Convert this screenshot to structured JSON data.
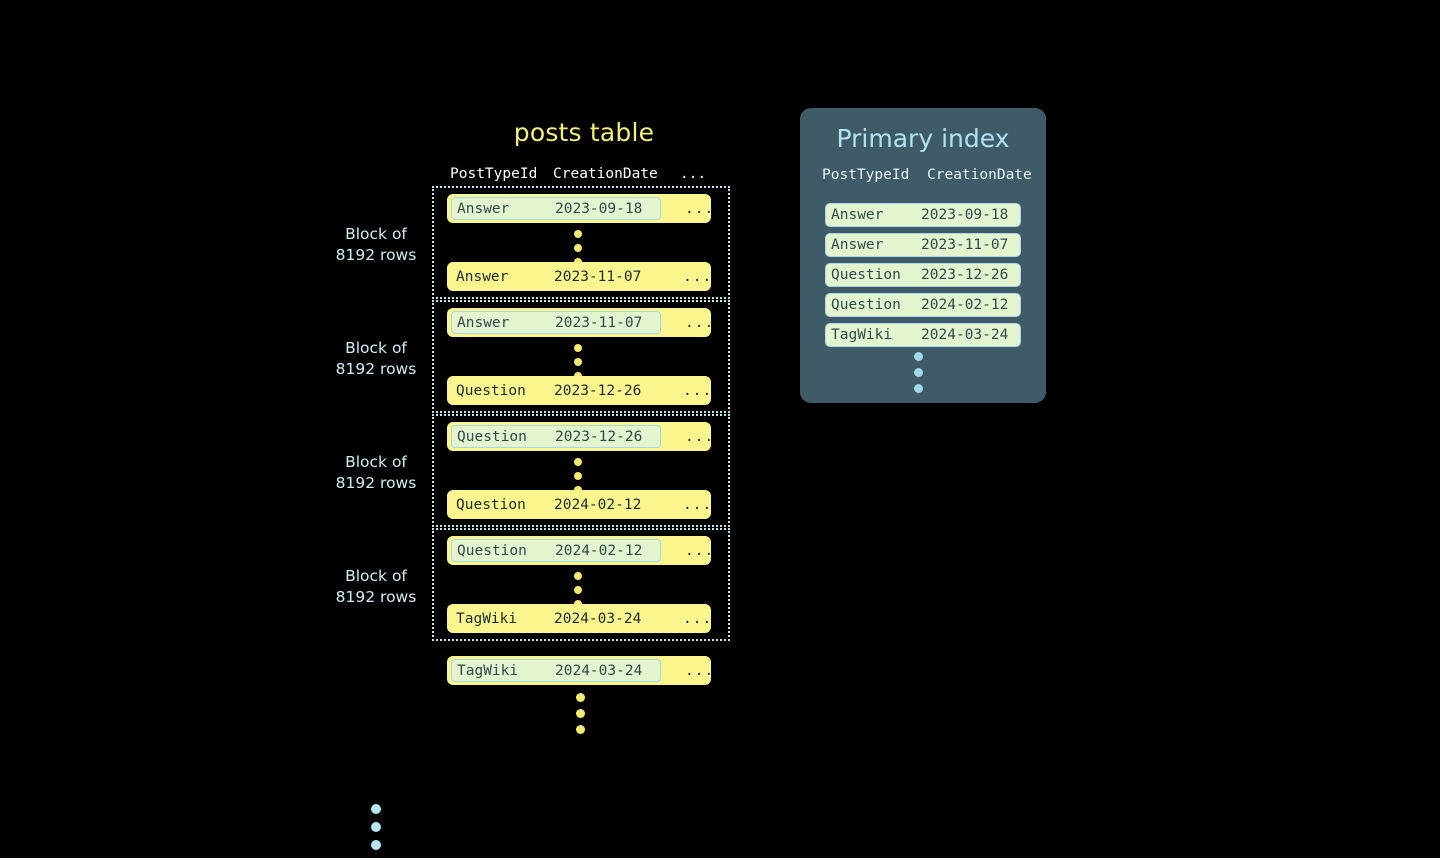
{
  "posts_table": {
    "title": "posts table",
    "columns": {
      "posttypeid": "PostTypeId",
      "creationdate": "CreationDate",
      "ellipsis": "..."
    },
    "row_ellipsis": "...",
    "block_label_line1": "Block of",
    "block_label_line2": "8192 rows",
    "blocks": [
      {
        "label_line1": "Block of",
        "label_line2": "8192 rows",
        "first_row": {
          "posttypeid": "Answer",
          "creationdate": "2023-09-18",
          "highlighted": true
        },
        "last_row": {
          "posttypeid": "Answer",
          "creationdate": "2023-11-07",
          "highlighted": false
        }
      },
      {
        "label_line1": "Block of",
        "label_line2": "8192 rows",
        "first_row": {
          "posttypeid": "Answer",
          "creationdate": "2023-11-07",
          "highlighted": true
        },
        "last_row": {
          "posttypeid": "Question",
          "creationdate": "2023-12-26",
          "highlighted": false
        }
      },
      {
        "label_line1": "Block of",
        "label_line2": "8192 rows",
        "first_row": {
          "posttypeid": "Question",
          "creationdate": "2023-12-26",
          "highlighted": true
        },
        "last_row": {
          "posttypeid": "Question",
          "creationdate": "2024-02-12",
          "highlighted": false
        }
      },
      {
        "label_line1": "Block of",
        "label_line2": "8192 rows",
        "first_row": {
          "posttypeid": "Question",
          "creationdate": "2024-02-12",
          "highlighted": true
        },
        "last_row": {
          "posttypeid": "TagWiki",
          "creationdate": "2024-03-24",
          "highlighted": false
        }
      }
    ],
    "tail_row": {
      "posttypeid": "TagWiki",
      "creationdate": "2024-03-24",
      "highlighted": true
    }
  },
  "primary_index": {
    "title": "Primary index",
    "columns": {
      "posttypeid": "PostTypeId",
      "creationdate": "CreationDate"
    },
    "rows": [
      {
        "posttypeid": "Answer",
        "creationdate": "2023-09-18"
      },
      {
        "posttypeid": "Answer",
        "creationdate": "2023-11-07"
      },
      {
        "posttypeid": "Question",
        "creationdate": "2023-12-26"
      },
      {
        "posttypeid": "Question",
        "creationdate": "2024-02-12"
      },
      {
        "posttypeid": "TagWiki",
        "creationdate": "2024-03-24"
      }
    ]
  },
  "colors": {
    "background": "#000000",
    "row_yellow": "#fbf58e",
    "highlight_green": "#e3f5cf",
    "highlight_border_blue": "#a8d8e8",
    "panel_slate": "#3f5b68",
    "title_yellow": "#f4f07a",
    "title_blue": "#aee3f2",
    "dot_yellow": "#f6ea6a",
    "dot_blue": "#9fd9ec"
  }
}
